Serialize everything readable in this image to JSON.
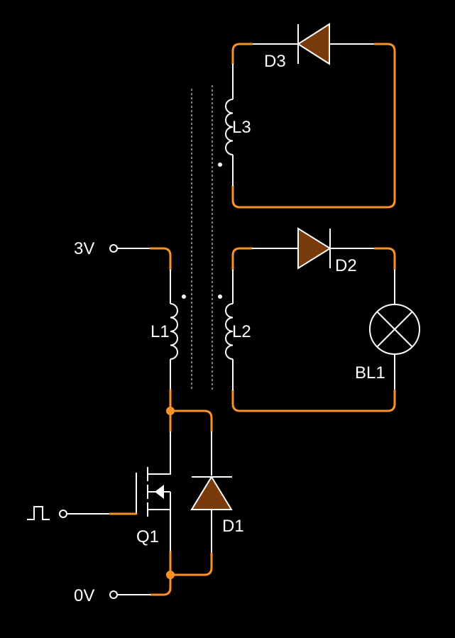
{
  "labels": {
    "d3": "D3",
    "l3": "L3",
    "v3": "3V",
    "d2": "D2",
    "l1": "L1",
    "l2": "L2",
    "bl1": "BL1",
    "q1": "Q1",
    "d1": "D1",
    "v0": "0V"
  },
  "colors": {
    "background": "#000000",
    "wire": "#ffffff",
    "highlight": "#f7922a",
    "diode_fill": "#7a3b0c"
  },
  "icons": [
    "pulse-input-icon",
    "diode-icon",
    "inductor-icon",
    "lamp-icon",
    "mosfet-icon"
  ]
}
